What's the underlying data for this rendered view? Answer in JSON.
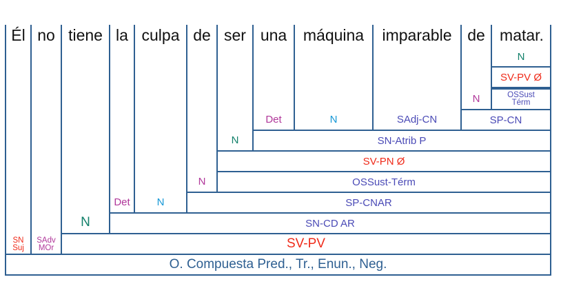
{
  "words": [
    "Él",
    "no",
    "tiene",
    "la",
    "culpa",
    "de",
    "ser",
    "una",
    "máquina",
    "imparable",
    "de",
    "matar."
  ],
  "labels": {
    "matar_n": "N",
    "matar_svpv": "SV-PV Ø",
    "de2_n": "N",
    "ossust_term_small": "OSSust Térm",
    "una_det": "Det",
    "maquina_n": "N",
    "imparable_sadj": "SAdj-CN",
    "sp_cn": "SP-CN",
    "ser_n": "N",
    "sn_atrib": "SN-Atrib P",
    "sv_pn": "SV-PN Ø",
    "de1_n": "N",
    "ossust_term": "OSSust-Térm",
    "la_det": "Det",
    "culpa_n": "N",
    "sp_cnar": "SP-CNAR",
    "tiene_n": "N",
    "sn_cd": "SN-CD AR",
    "el_sn": "SN Suj",
    "no_sadv": "SAdv MOr",
    "sv_pv": "SV-PV",
    "oracion": "O. Compuesta Pred., Tr., Enun., Neg."
  },
  "colors": {
    "line": "#2e5f91",
    "nucleus": "#12806a",
    "determiner": "#b0379a",
    "predicate": "#ef2b1a",
    "phrase": "#4a4ab6",
    "noun": "#1597d6"
  }
}
